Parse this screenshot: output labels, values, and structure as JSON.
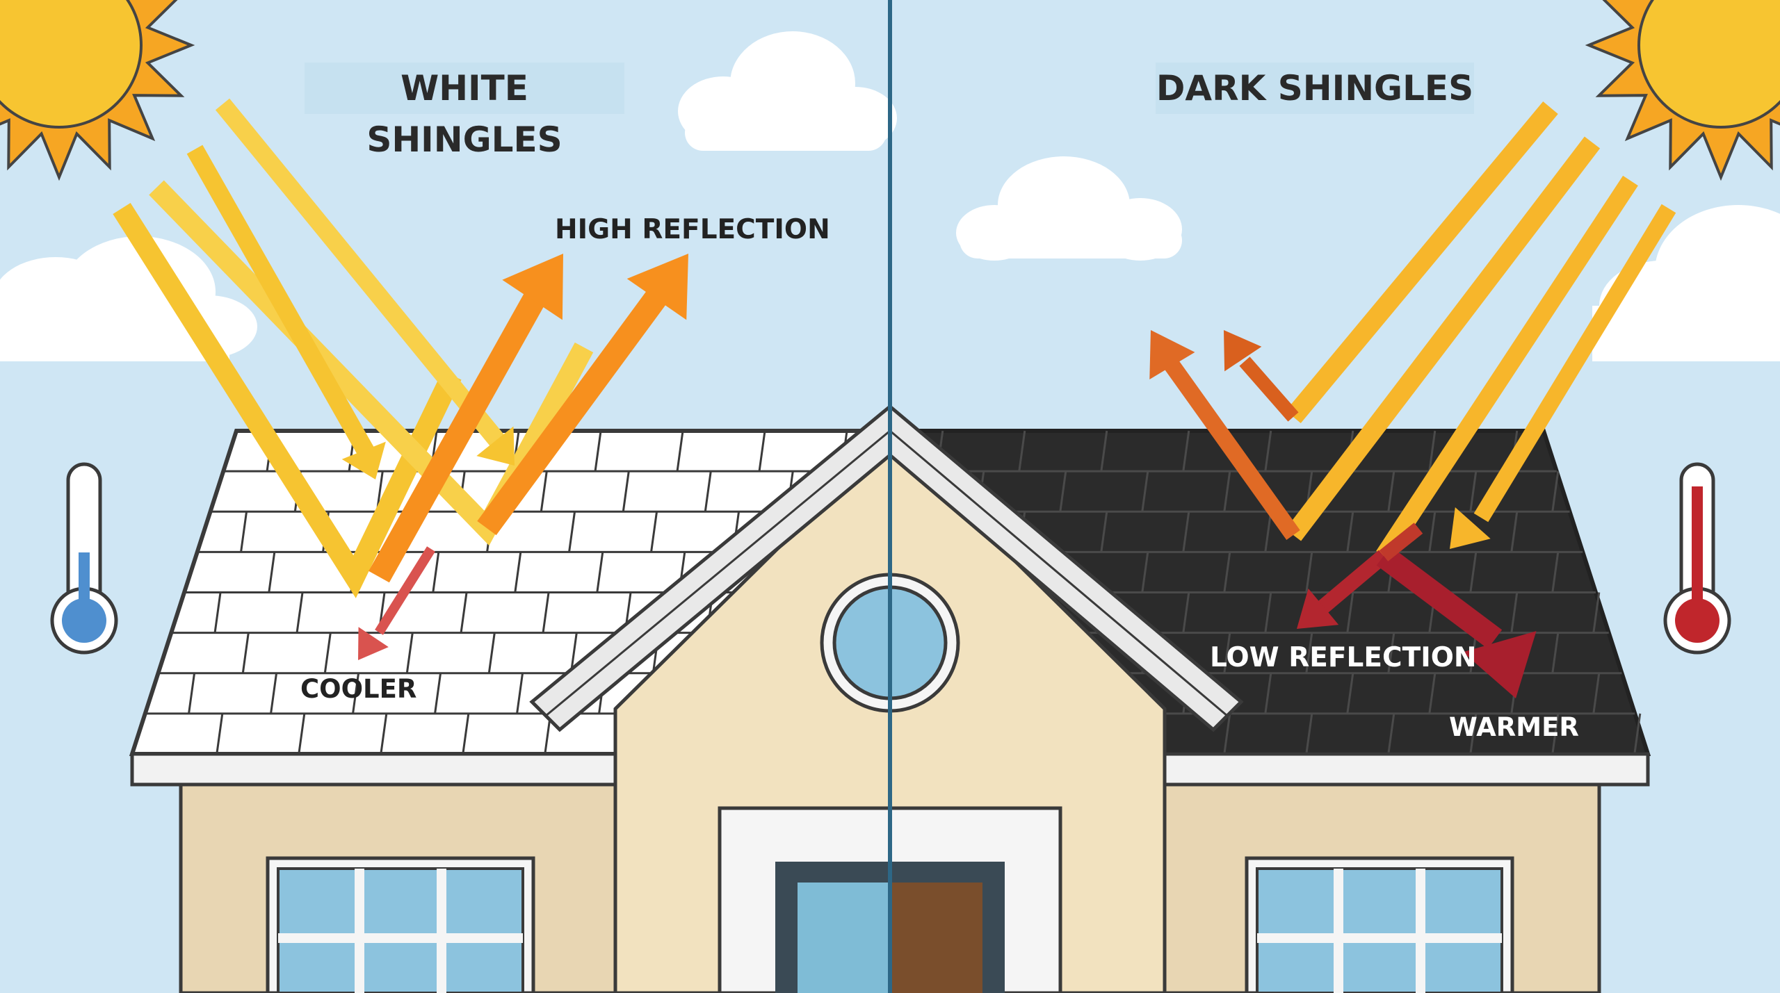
{
  "headings": {
    "left": "WHITE SHINGLES",
    "right": "DARK SHINGLES"
  },
  "labels": {
    "high_reflection": "HIGH REFLECTION",
    "cooler": "COOLER",
    "low_reflection": "LOW REFLECTION",
    "warmer": "WARMER"
  },
  "icons": {
    "sun": "sun-icon",
    "thermometer_cool": "thermometer-low-icon",
    "thermometer_warm": "thermometer-high-icon"
  },
  "colors": {
    "sky": "#cfe6f4",
    "sunlight": "#f6c431",
    "reflection": "#f7901e",
    "heat": "#b3262f",
    "white_roof": "#ffffff",
    "dark_roof": "#2b2b2b",
    "wall": "#f2e2bf",
    "divider": "#2d6786"
  }
}
